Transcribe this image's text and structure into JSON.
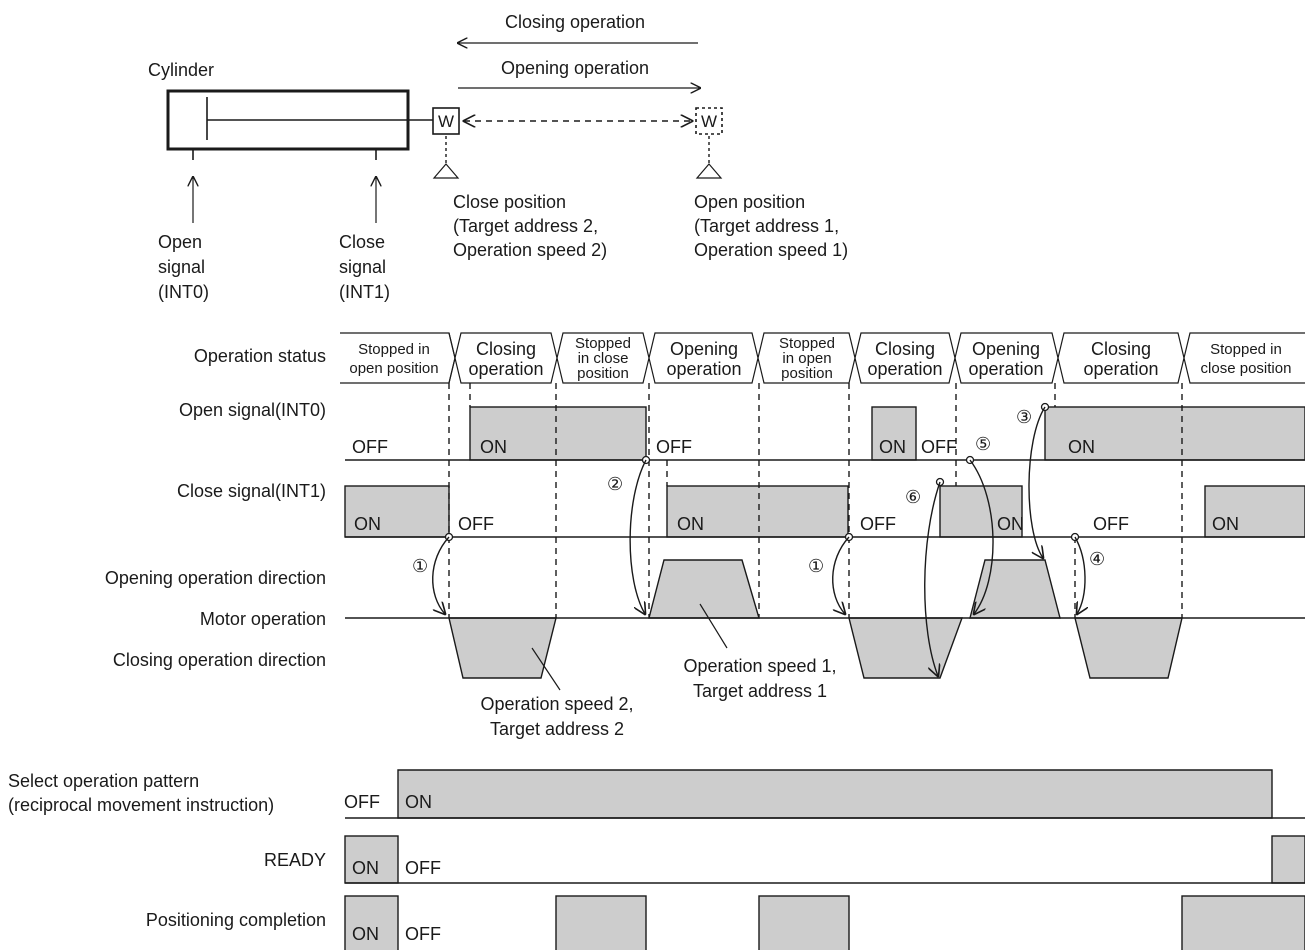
{
  "top": {
    "closing_operation": "Closing operation",
    "opening_operation": "Opening operation",
    "cylinder": "Cylinder",
    "workpiece": "W",
    "open_signal_l1": "Open",
    "open_signal_l2": "signal",
    "open_signal_l3": "(INT0)",
    "close_signal_l1": "Close",
    "close_signal_l2": "signal",
    "close_signal_l3": "(INT1)",
    "close_pos_l1": "Close position",
    "close_pos_l2": "(Target address 2,",
    "close_pos_l3": "Operation speed 2)",
    "open_pos_l1": "Open position",
    "open_pos_l2": "(Target address 1,",
    "open_pos_l3": "Operation speed 1)"
  },
  "rows": {
    "operation_status": "Operation status",
    "open_signal": "Open signal(INT0)",
    "close_signal": "Close signal(INT1)",
    "opening_dir": "Opening operation direction",
    "motor_operation": "Motor operation",
    "closing_dir": "Closing operation direction",
    "select_pattern_l1": "Select operation pattern",
    "select_pattern_l2": "(reciprocal movement instruction)",
    "ready": "READY",
    "positioning_completion": "Positioning completion"
  },
  "status": {
    "s1_l1": "Stopped in",
    "s1_l2": "open position",
    "s2_l1": "Closing",
    "s2_l2": "operation",
    "s3_l1": "Stopped",
    "s3_l2": "in close",
    "s3_l3": "position",
    "s4_l1": "Opening",
    "s4_l2": "operation",
    "s5_l1": "Stopped",
    "s5_l2": "in open",
    "s5_l3": "position",
    "s6_l1": "Closing",
    "s6_l2": "operation",
    "s7_l1": "Opening",
    "s7_l2": "operation",
    "s8_l1": "Closing",
    "s8_l2": "operation",
    "s9_l1": "Stopped in",
    "s9_l2": "close position"
  },
  "levels": {
    "on": "ON",
    "off": "OFF"
  },
  "motor": {
    "speed1_l1": "Operation speed 1,",
    "speed1_l2": "Target address 1",
    "speed2_l1": "Operation speed 2,",
    "speed2_l2": "Target address 2"
  },
  "markers": {
    "m1": "①",
    "m2": "②",
    "m3": "③",
    "m4": "④",
    "m5": "⑤",
    "m6": "⑥"
  }
}
